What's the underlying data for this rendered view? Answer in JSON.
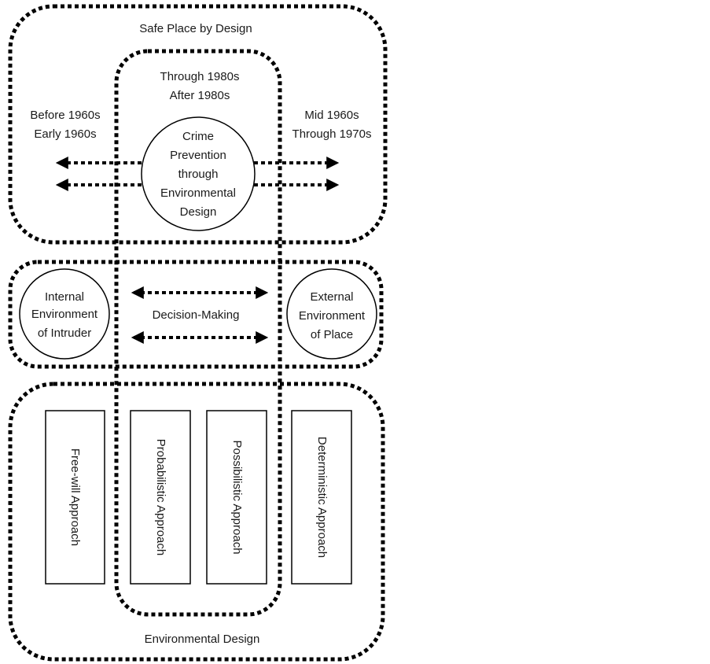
{
  "outer_top_box": {
    "label": "Safe Place by Design"
  },
  "central_column": {
    "label_line1": "Through 1980s",
    "label_line2": "After 1980s"
  },
  "left_era": {
    "line1": "Before 1960s",
    "line2": "Early 1960s"
  },
  "right_era": {
    "line1": "Mid 1960s",
    "line2": "Through 1970s"
  },
  "cpted_circle": {
    "lines": [
      "Crime",
      "Prevention",
      "through",
      "Environmental",
      "Design"
    ]
  },
  "middle_box": {
    "left_circle": [
      "Internal",
      "Environment",
      "of Intruder"
    ],
    "center_label": "Decision-Making",
    "right_circle": [
      "External",
      "Environment",
      "of Place"
    ]
  },
  "bottom_box": {
    "label": "Environmental Design",
    "approaches": [
      "Free-will Approach",
      "Probabilistic Approach",
      "Possibilistic Approach",
      "Deterministic Approach"
    ]
  }
}
